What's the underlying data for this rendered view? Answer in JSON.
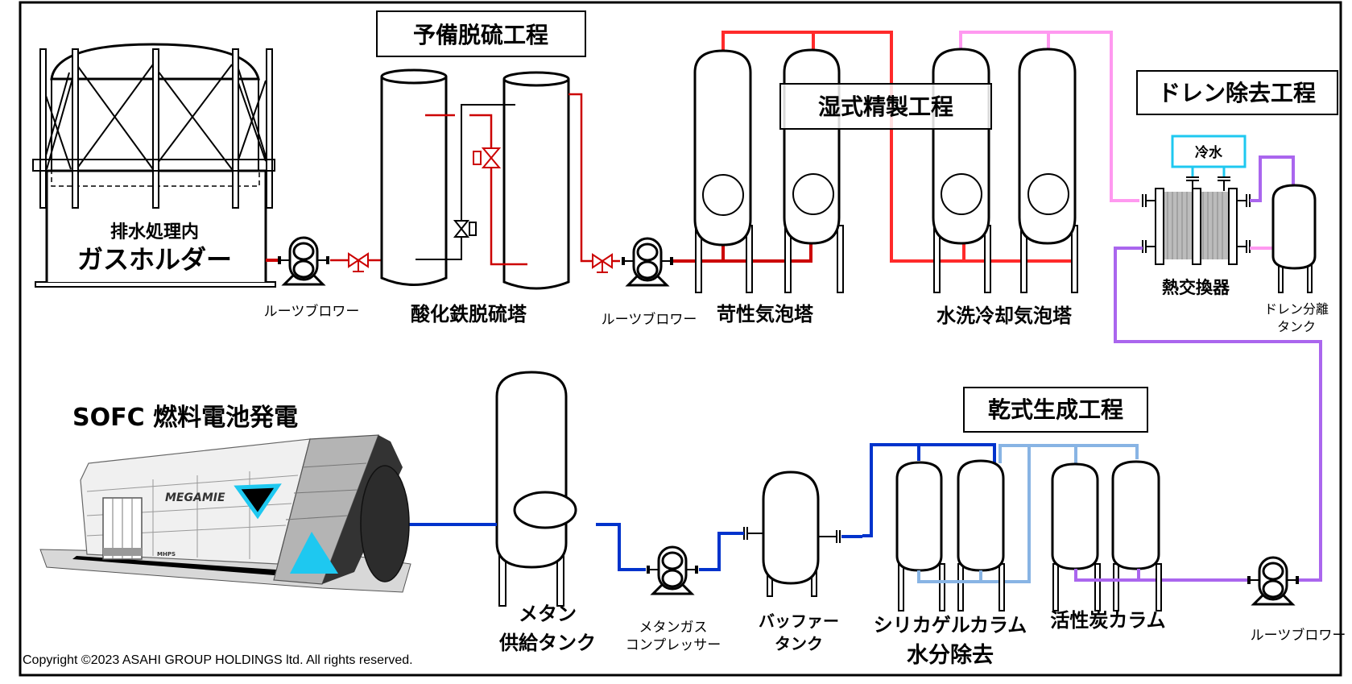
{
  "colors": {
    "red_pipe": "#cc0000",
    "bright_red_pipe": "#ff2a2a",
    "pink_pipe": "#ff99f0",
    "purple_pipe": "#aa66ee",
    "blue_pipe": "#0033cc",
    "light_blue_pipe": "#88b4e4",
    "cyan": "#1ec8f0",
    "sofc_gray": "#b4b4b4",
    "sofc_dark": "#333333"
  },
  "process_titles": {
    "pre_desulfurization": "予備脱硫工程",
    "wet_purification": "湿式精製工程",
    "drain_removal": "ドレン除去工程",
    "dry_generation": "乾式生成工程"
  },
  "equipment": {
    "gas_holder_line1": "排水処理内",
    "gas_holder_line2": "ガスホルダー",
    "roots_blower_1": "ルーツブロワー",
    "iron_oxide_tower": "酸化鉄脱硫塔",
    "roots_blower_2": "ルーツブロワー",
    "caustic_tower": "苛性気泡塔",
    "water_wash_tower": "水洗冷却気泡塔",
    "chilled_water": "冷水",
    "heat_exchanger": "熱交換器",
    "drain_tank_line1": "ドレン分離",
    "drain_tank_line2": "タンク",
    "roots_blower_3": "ルーツブロワー",
    "activated_carbon": "活性炭カラム",
    "silica_gel": "シリカゲルカラム",
    "moisture_removal": "水分除去",
    "buffer_tank_line1": "バッファー",
    "buffer_tank_line2": "タンク",
    "methane_compressor_line1": "メタンガス",
    "methane_compressor_line2": "コンプレッサー",
    "methane_tank_line1": "メタン",
    "methane_tank_line2": "供給タンク",
    "sofc_title": "SOFC 燃料電池発電",
    "sofc_brand": "MEGAMIE",
    "sofc_maker": "MHPS"
  },
  "copyright": "Copyright ©2023  ASAHI GROUP HOLDINGS ltd.  All rights reserved."
}
